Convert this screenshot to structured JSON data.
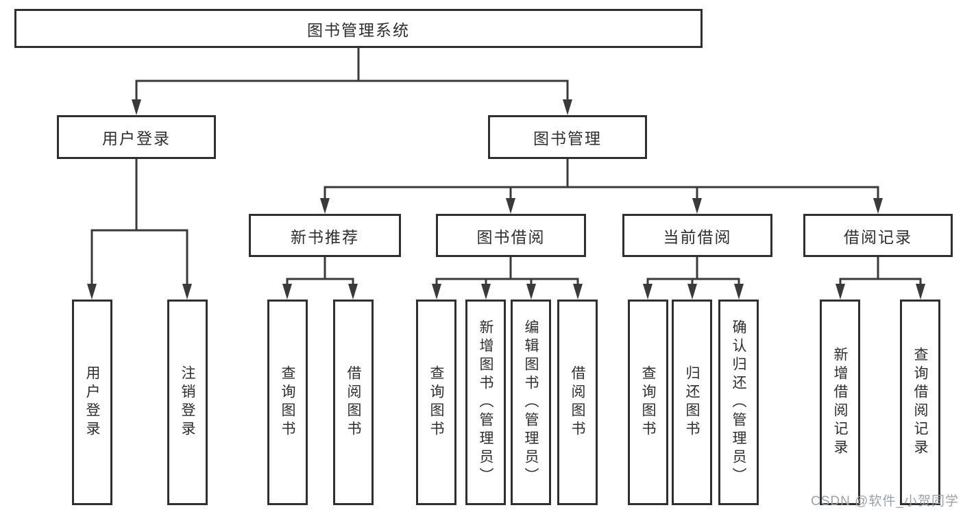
{
  "title": "图书管理系统",
  "level2": [
    "用户登录",
    "图书管理"
  ],
  "level3": [
    "新书推荐",
    "图书借阅",
    "当前借阅",
    "借阅记录"
  ],
  "leaves": {
    "user": [
      "用户登录",
      "注销登录"
    ],
    "recommend": [
      "查询图书",
      "借阅图书"
    ],
    "borrow": [
      "查询图书",
      "新增图书（管理员）",
      "编辑图书（管理员）",
      "借阅图书"
    ],
    "current": [
      "查询图书",
      "归还图书",
      "确认归还（管理员）"
    ],
    "record": [
      "新增借阅记录",
      "查询借阅记录"
    ]
  },
  "watermark": "CSDN @软件_小贺同学",
  "colors": {
    "line": "#3a3a3a",
    "border": "#2f2f2f",
    "text": "#2e2e2e",
    "watermark": "#9ca1a7",
    "background": "#ffffff"
  }
}
